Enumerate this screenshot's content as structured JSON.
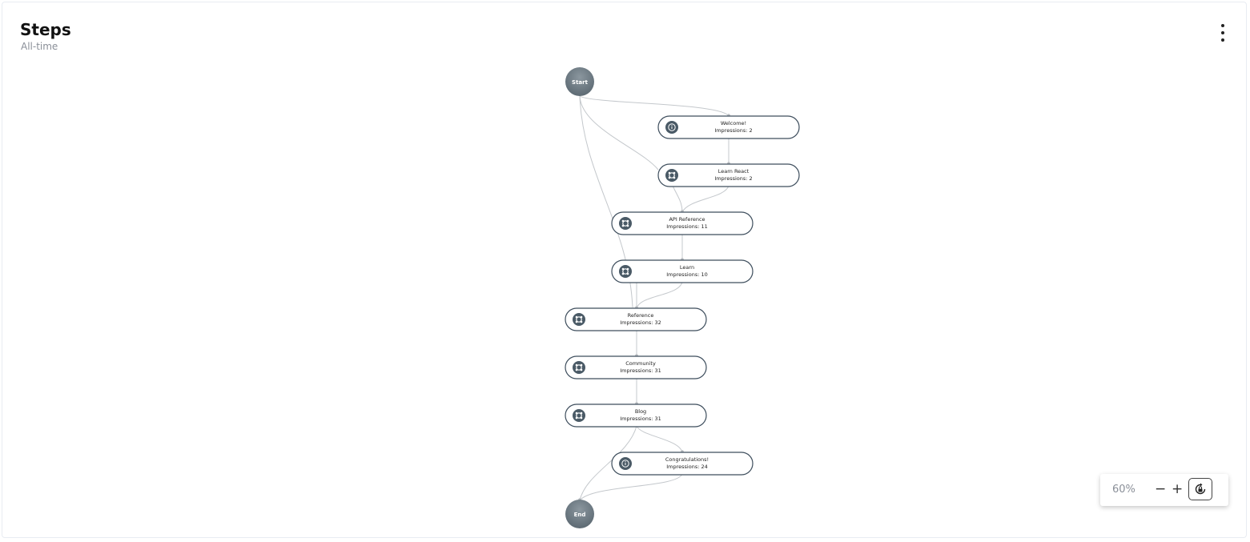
{
  "header": {
    "title": "Steps",
    "subtitle": "All-time"
  },
  "flow": {
    "start_label": "Start",
    "end_label": "End",
    "nodes": [
      {
        "id": "welcome",
        "title": "Welcome!",
        "impressions": "Impressions: 2",
        "icon": "info-icon"
      },
      {
        "id": "learn-react",
        "title": "Learn React",
        "impressions": "Impressions: 2",
        "icon": "target-icon"
      },
      {
        "id": "api-reference",
        "title": "API Reference",
        "impressions": "Impressions: 11",
        "icon": "target-icon"
      },
      {
        "id": "learn",
        "title": "Learn",
        "impressions": "Impressions: 10",
        "icon": "target-icon"
      },
      {
        "id": "reference",
        "title": "Reference",
        "impressions": "Impressions: 32",
        "icon": "target-icon"
      },
      {
        "id": "community",
        "title": "Community",
        "impressions": "Impressions: 31",
        "icon": "target-icon"
      },
      {
        "id": "blog",
        "title": "Blog",
        "impressions": "Impressions: 31",
        "icon": "target-icon"
      },
      {
        "id": "congratulations",
        "title": "Congratulations!",
        "impressions": "Impressions: 24",
        "icon": "info-icon"
      }
    ]
  },
  "zoom": {
    "level": "60%",
    "minus": "−",
    "plus": "+"
  },
  "colors": {
    "node_border": "#3d4d5c",
    "edge": "#c4c8cc",
    "circle": "#6e7b85"
  }
}
